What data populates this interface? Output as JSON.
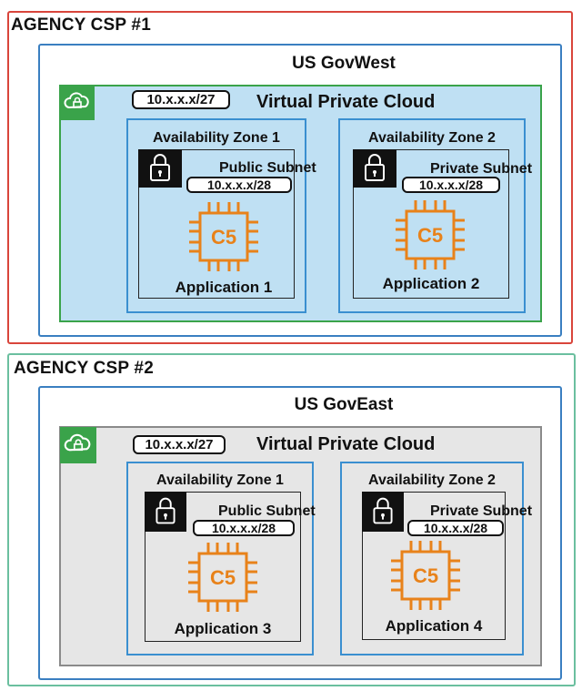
{
  "csp1": {
    "title": "AGENCY CSP #1",
    "region": "US GovWest",
    "vpc_title": "Virtual Private Cloud",
    "vpc_cidr": "10.x.x.x/27",
    "az1": {
      "title": "Availability Zone 1",
      "subnet": "Public Subnet",
      "cidr": "10.x.x.x/28",
      "chip": "C5",
      "app": "Application 1"
    },
    "az2": {
      "title": "Availability Zone 2",
      "subnet": "Private Subnet",
      "cidr": "10.x.x.x/28",
      "chip": "C5",
      "app": "Application 2"
    }
  },
  "csp2": {
    "title": "AGENCY CSP #2",
    "region": "US GovEast",
    "vpc_title": "Virtual Private Cloud",
    "vpc_cidr": "10.x.x.x/27",
    "az1": {
      "title": "Availability Zone 1",
      "subnet": "Public Subnet",
      "cidr": "10.x.x.x/28",
      "chip": "C5",
      "app": "Application 3"
    },
    "az2": {
      "title": "Availability Zone 2",
      "subnet": "Private Subnet",
      "cidr": "10.x.x.x/28",
      "chip": "C5",
      "app": "Application 4"
    }
  },
  "colors": {
    "csp1_border": "#d9453b",
    "csp2_border": "#6bbf9f",
    "region_border": "#3a7fc1",
    "vpc_green": "#3aa34a",
    "vpc1_fill": "#bfe0f3",
    "vpc2_fill": "#e6e6e6",
    "az_border": "#3a8fd0",
    "chip_orange": "#e8821a"
  },
  "icons": {
    "vpc": "cloud-lock-icon",
    "subnet": "padlock-icon",
    "instance": "ec2-chip-icon"
  }
}
